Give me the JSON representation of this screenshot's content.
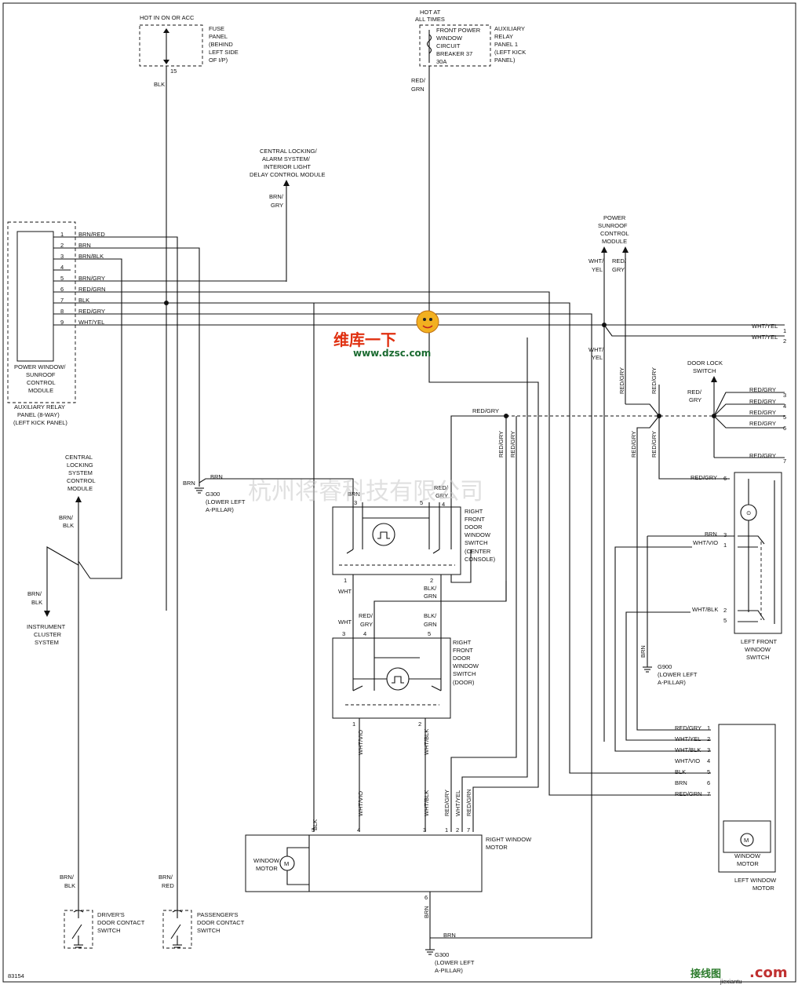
{
  "labels": {
    "fuse_hot": "HOT IN ON OR ACC",
    "fuse_l1": "FUSE",
    "fuse_l2": "PANEL",
    "fuse_l3": "(BEHIND",
    "fuse_l4": "LEFT SIDE",
    "fuse_l5": "OF I/P)",
    "fuse_pin": "15",
    "fuse_wire": "BLK",
    "hot_at_l1": "HOT AT",
    "hot_at_l2": "ALL TIMES",
    "cb_l1": "FRONT POWER",
    "cb_l2": "WINDOW",
    "cb_l3": "CIRCUIT",
    "cb_l4": "BREAKER 37",
    "cb_l5": "30A",
    "aux_l1": "AUXILIARY",
    "aux_l2": "RELAY",
    "aux_l3": "PANEL 1",
    "aux_l4": "(LEFT KICK",
    "aux_l5": "PANEL)",
    "cb_wire1": "RED/",
    "cb_wire2": "GRN",
    "cl_l1": "CENTRAL LOCKING/",
    "cl_l2": "ALARM SYSTEM/",
    "cl_l3": "INTERIOR LIGHT",
    "cl_l4": "DELAY CONTROL MODULE",
    "cl_wire1": "BRN/",
    "cl_wire2": "GRY",
    "pw_l1": "POWER WINDOW/",
    "pw_l2": "SUNROOF",
    "pw_l3": "CONTROL",
    "pw_l4": "MODULE",
    "arp_l1": "AUXILIARY RELAY",
    "arp_l2": "PANEL (8-WAY)",
    "arp_l3": "(LEFT KICK PANEL)",
    "ps_l1": "POWER",
    "ps_l2": "SUNROOF",
    "ps_l3": "CONTROL",
    "ps_l4": "MODULE",
    "ps_w1a": "WHT/",
    "ps_w1b": "YEL",
    "ps_w2a": "RED/",
    "ps_w2b": "GRY",
    "ps_w3a": "WHT/",
    "ps_w3b": "YEL",
    "out_wht1": "WHT/YEL",
    "out_wht2": "WHT/YEL",
    "out_n1": "1",
    "out_n2": "2",
    "dls_l1": "DOOR LOCK",
    "dls_l2": "SWITCH",
    "dls_w1": "RED/",
    "dls_w2": "GRY",
    "rg3": "RED/GRY",
    "rg4": "RED/GRY",
    "rg5": "RED/GRY",
    "rg6": "RED/GRY",
    "rg7": "RED/GRY",
    "n3": "3",
    "n4": "4",
    "n5": "5",
    "n6": "6",
    "n7": "7",
    "rg_center": "RED/GRY",
    "rg_v1": "RED/GRY",
    "rg_v2": "RED/GRY",
    "rg_v3": "RED/GRY",
    "rg_v4": "RED/GRY",
    "rg_v5": "RED/GRY",
    "rg_v6": "RED/GRY",
    "cls_l1": "CENTRAL",
    "cls_l2": "LOCKING",
    "cls_l3": "SYSTEM",
    "cls_l4": "CONTROL",
    "cls_l5": "MODULE",
    "cls_w1": "BRN/",
    "cls_w2": "BLK",
    "ic_w1": "BRN/",
    "ic_w2": "BLK",
    "ic_l1": "INSTRUMENT",
    "ic_l2": "CLUSTER",
    "ic_l3": "SYSTEM",
    "g300_wire": "BRN",
    "g300_wire2": "BRN",
    "g300_l1": "G300",
    "g300_l2": "(LOWER LEFT",
    "g300_l3": "A-PILLAR)",
    "rfc_l1": "RIGHT",
    "rfc_l2": "FRONT",
    "rfc_l3": "DOOR",
    "rfc_l4": "WINDOW",
    "rfc_l5": "SWITCH",
    "rfc_l6": "(CENTER",
    "rfc_l7": "CONSOLE)",
    "rfc_top_brn": "BRN",
    "rfc_top_rg1": "RED/",
    "rfc_top_rg2": "GRY",
    "rfc_p3": "3",
    "rfc_p5": "5",
    "rfc_p4": "4",
    "rfc_p1": "1",
    "rfc_p2": "2",
    "rfc_wht": "WHT",
    "rfc_bg1": "BLK/",
    "rfc_bg2": "GRN",
    "rfd_l1": "RIGHT",
    "rfd_l2": "FRONT",
    "rfd_l3": "DOOR",
    "rfd_l4": "WINDOW",
    "rfd_l5": "SWITCH",
    "rfd_l6": "(DOOR)",
    "rfd_wht": "WHT",
    "rfd_rg1": "RED/",
    "rfd_rg2": "GRY",
    "rfd_bg1": "BLK/",
    "rfd_bg2": "GRN",
    "rfd_p3": "3",
    "rfd_p4": "4",
    "rfd_p5": "5",
    "rfd_p1": "1",
    "rfd_p2": "2",
    "rfd_wv": "WHT/VIO",
    "rfd_wb": "WHT/BLK",
    "rwm_blk": "BLK",
    "rwm_wv": "WHT/VIO",
    "rwm_wb": "WHT/BLK",
    "rwm_rg": "RED/GRY",
    "rwm_wy": "WHT/YEL",
    "rwm_rgn": "RED/GRN",
    "rwm_p5": "5",
    "rwm_p4": "4",
    "rwm_p3": "3",
    "rwm_p1": "1",
    "rwm_p2": "2",
    "rwm_p7": "7",
    "rwm_l1": "RIGHT WINDOW",
    "rwm_l2": "MOTOR",
    "rwm_m1": "WINDOW",
    "rwm_m2": "MOTOR",
    "rwm_p6": "6",
    "rwm_brn": "BRN",
    "rwm_brn2": "BRN",
    "g300b_l1": "G300",
    "g300b_l2": "(LOWER LEFT",
    "g300b_l3": "A-PILLAR)",
    "lfs_rg": "RED/GRY",
    "lfs_brn": "BRN",
    "lfs_wv": "WHT/VIO",
    "lfs_wb": "WHT/BLK",
    "lfs_p6": "6",
    "lfs_p3": "3",
    "lfs_p1": "1",
    "lfs_p2": "2",
    "lfs_p5": "5",
    "lfs_l1": "LEFT FRONT",
    "lfs_l2": "WINDOW",
    "lfs_l3": "SWITCH",
    "g900_brn": "BRN",
    "g900_l1": "G900",
    "g900_l2": "(LOWER LEFT",
    "g900_l3": "A-PILLAR)",
    "lwm_rows": [
      {
        "wire": "RED/GRY",
        "pin": "1"
      },
      {
        "wire": "WHT/YEL",
        "pin": "2"
      },
      {
        "wire": "WHT/BLK",
        "pin": "3"
      },
      {
        "wire": "WHT/VIO",
        "pin": "4"
      },
      {
        "wire": "BLK",
        "pin": "5"
      },
      {
        "wire": "BRN",
        "pin": "6"
      },
      {
        "wire": "RED/GRN",
        "pin": "7"
      }
    ],
    "lwm_m1": "WINDOW",
    "lwm_m2": "MOTOR",
    "lwm_l1": "LEFT WINDOW",
    "lwm_l2": "MOTOR",
    "dd_w1": "BRN/",
    "dd_w2": "BLK",
    "dd_l1": "DRIVER'S",
    "dd_l2": "DOOR CONTACT",
    "dd_l3": "SWITCH",
    "pd_w1": "BRN/",
    "pd_w2": "RED",
    "pd_l1": "PASSENGER'S",
    "pd_l2": "DOOR CONTACT",
    "pd_l3": "SWITCH",
    "fig_id": "83154"
  },
  "module_pins": [
    {
      "pin": "1",
      "wire": "BRN/RED"
    },
    {
      "pin": "2",
      "wire": "BRN"
    },
    {
      "pin": "3",
      "wire": "BRN/BLK"
    },
    {
      "pin": "4",
      "wire": ""
    },
    {
      "pin": "5",
      "wire": "BRN/GRY"
    },
    {
      "pin": "6",
      "wire": "RED/GRN"
    },
    {
      "pin": "7",
      "wire": "BLK"
    },
    {
      "pin": "8",
      "wire": "RED/GRY"
    },
    {
      "pin": "9",
      "wire": "WHT/YEL"
    }
  ],
  "watermarks": {
    "cn_company": "杭州将睿科技有限公司",
    "logo_top": "维库一下",
    "logo_url": "www.dzsc.com",
    "br_cn": "接线图",
    "br_com": ".com",
    "br_url": "jiexiantu"
  }
}
